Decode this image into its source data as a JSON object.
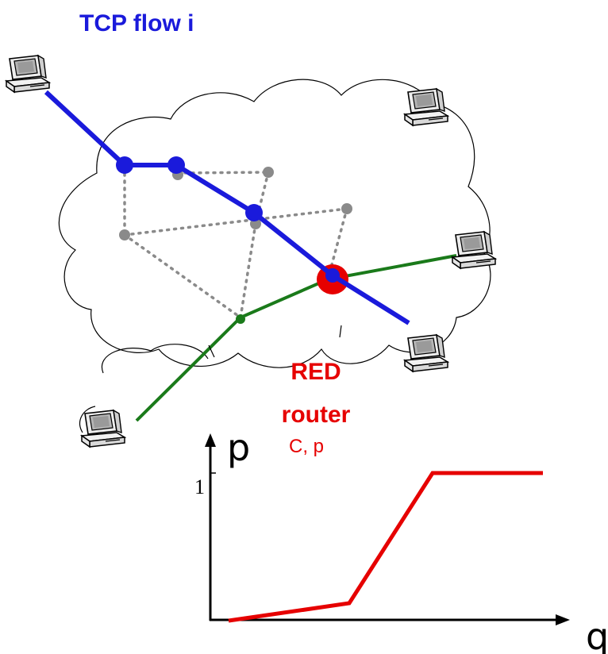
{
  "diagram": {
    "title": "TCP flow i",
    "router_label": "RED",
    "router_label2": "router",
    "router_params": "C, p",
    "colors": {
      "tcp_flow": "#1a1adb",
      "other_flow": "#1a7a1a",
      "red_router": "#e60000",
      "mesh": "#8a8a8a",
      "cloud_outline": "#000000"
    }
  },
  "plot": {
    "ylabel": "p",
    "xlabel": "q",
    "ytick": "1",
    "curve_color": "#e60000"
  },
  "icons": [
    "computer-icon",
    "computer-icon",
    "computer-icon",
    "computer-icon",
    "computer-icon"
  ]
}
